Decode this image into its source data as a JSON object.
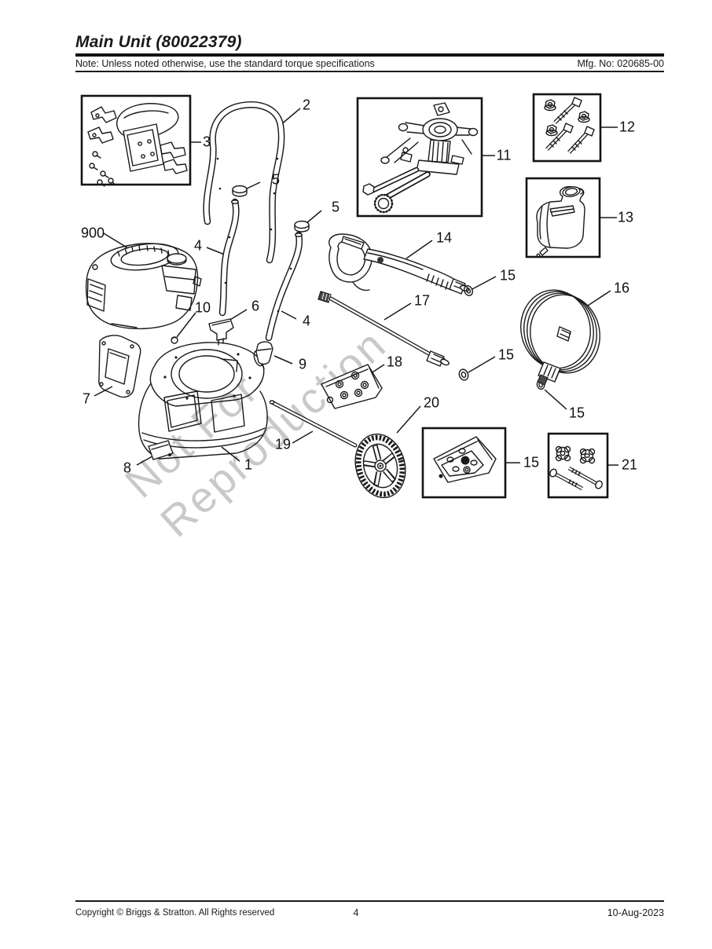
{
  "header": {
    "title": "Main Unit (80022379)",
    "note": "Note: Unless noted otherwise, use the standard torque specifications",
    "mfg_no": "Mfg. No: 020685-00"
  },
  "watermark": {
    "line1": "Not For",
    "line2": "Reproduction"
  },
  "diagram": {
    "callouts": [
      {
        "label": "3",
        "part": "handle-mount-bracket-kit"
      },
      {
        "label": "2",
        "part": "upper-handle"
      },
      {
        "label": "5",
        "part": "handle-cap-left"
      },
      {
        "label": "5",
        "part": "handle-cap-right"
      },
      {
        "label": "11",
        "part": "pump-assembly"
      },
      {
        "label": "12",
        "part": "pump-fastener-kit"
      },
      {
        "label": "13",
        "part": "detergent-tank"
      },
      {
        "label": "900",
        "part": "engine"
      },
      {
        "label": "4",
        "part": "lower-handle-tube-left"
      },
      {
        "label": "14",
        "part": "spray-gun"
      },
      {
        "label": "15",
        "part": "o-ring-gun"
      },
      {
        "label": "17",
        "part": "spray-wand"
      },
      {
        "label": "16",
        "part": "high-pressure-hose"
      },
      {
        "label": "15",
        "part": "o-ring-wand"
      },
      {
        "label": "10",
        "part": "pin"
      },
      {
        "label": "6",
        "part": "handle-clamp-upper"
      },
      {
        "label": "4",
        "part": "lower-handle-tube-right"
      },
      {
        "label": "9",
        "part": "handle-clamp-lower"
      },
      {
        "label": "18",
        "part": "nozzle-kit"
      },
      {
        "label": "7",
        "part": "side-panel"
      },
      {
        "label": "15",
        "part": "o-ring-hose"
      },
      {
        "label": "1",
        "part": "base-housing"
      },
      {
        "label": "8",
        "part": "foot-pad"
      },
      {
        "label": "19",
        "part": "axle"
      },
      {
        "label": "20",
        "part": "wheel"
      },
      {
        "label": "15",
        "part": "o-ring-kit"
      },
      {
        "label": "21",
        "part": "knob-and-bolt-kit"
      }
    ]
  },
  "footer": {
    "copyright": "Copyright ©  Briggs & Stratton. All Rights reserved",
    "page_number": "4",
    "date": "10-Aug-2023"
  },
  "colors": {
    "line": "#1a1a1a",
    "watermark": "#c9c9c9",
    "background": "#ffffff"
  }
}
